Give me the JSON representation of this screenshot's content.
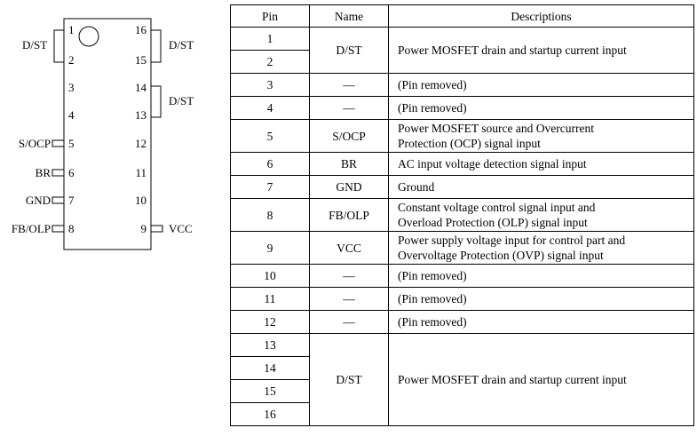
{
  "diagram": {
    "left_pins": [
      {
        "num": "1",
        "label": "D/ST"
      },
      {
        "num": "2",
        "label": ""
      },
      {
        "num": "3",
        "label": ""
      },
      {
        "num": "4",
        "label": ""
      },
      {
        "num": "5",
        "label": "S/OCP"
      },
      {
        "num": "6",
        "label": "BR"
      },
      {
        "num": "7",
        "label": "GND"
      },
      {
        "num": "8",
        "label": "FB/OLP"
      }
    ],
    "right_pins": [
      {
        "num": "16",
        "label": "D/ST"
      },
      {
        "num": "15",
        "label": ""
      },
      {
        "num": "14",
        "label": "D/ST"
      },
      {
        "num": "13",
        "label": ""
      },
      {
        "num": "12",
        "label": ""
      },
      {
        "num": "11",
        "label": ""
      },
      {
        "num": "10",
        "label": ""
      },
      {
        "num": "9",
        "label": "VCC"
      }
    ]
  },
  "table": {
    "headers": {
      "pin": "Pin",
      "name": "Name",
      "desc": "Descriptions"
    },
    "rows": [
      {
        "pins": [
          "1",
          "2"
        ],
        "name": "D/ST",
        "desc": [
          "Power MOSFET drain and startup current input"
        ]
      },
      {
        "pins": [
          "3"
        ],
        "name": "—",
        "desc": [
          "(Pin removed)"
        ]
      },
      {
        "pins": [
          "4"
        ],
        "name": "—",
        "desc": [
          "(Pin removed)"
        ]
      },
      {
        "pins": [
          "5"
        ],
        "name": "S/OCP",
        "desc": [
          "Power MOSFET source and Overcurrent",
          "Protection (OCP) signal input"
        ]
      },
      {
        "pins": [
          "6"
        ],
        "name": "BR",
        "desc": [
          "AC input voltage detection signal input"
        ]
      },
      {
        "pins": [
          "7"
        ],
        "name": "GND",
        "desc": [
          "Ground"
        ]
      },
      {
        "pins": [
          "8"
        ],
        "name": "FB/OLP",
        "desc": [
          "Constant voltage control signal input and",
          "Overload Protection (OLP) signal input"
        ]
      },
      {
        "pins": [
          "9"
        ],
        "name": "VCC",
        "desc": [
          "Power supply voltage input for control part and",
          "Overvoltage Protection (OVP) signal input"
        ]
      },
      {
        "pins": [
          "10"
        ],
        "name": "—",
        "desc": [
          "(Pin removed)"
        ]
      },
      {
        "pins": [
          "11"
        ],
        "name": "—",
        "desc": [
          "(Pin removed)"
        ]
      },
      {
        "pins": [
          "12"
        ],
        "name": "—",
        "desc": [
          "(Pin removed)"
        ]
      },
      {
        "pins": [
          "13",
          "14",
          "15",
          "16"
        ],
        "name": "D/ST",
        "desc": [
          "Power MOSFET drain and startup current input"
        ]
      }
    ]
  }
}
